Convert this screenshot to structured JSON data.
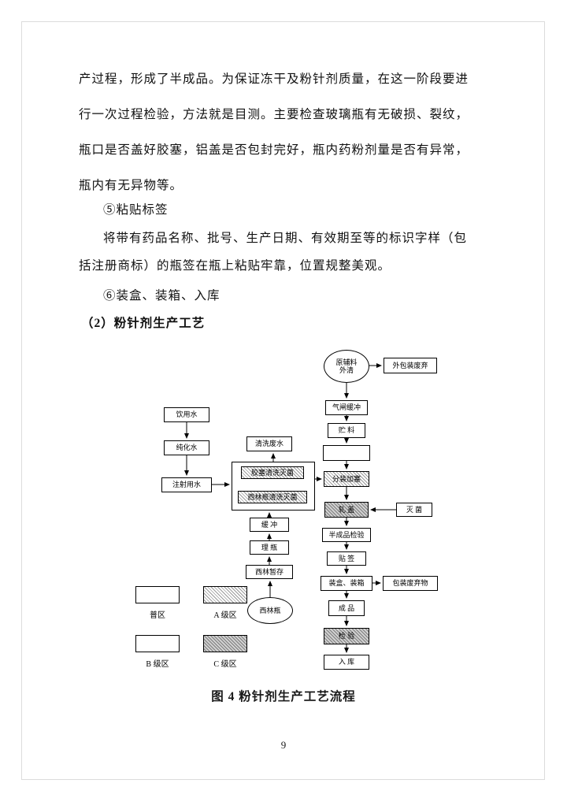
{
  "page": {
    "number": "9"
  },
  "body_text": {
    "line1": "产过程，形成了半成品。为保证冻干及粉针剂质量，在这一阶段要进",
    "line2": "行一次过程检验，方法就是目测。主要检查玻璃瓶有无破损、裂纹，",
    "line3": "瓶口是否盖好胶塞，铝盖是否包封完好，瓶内药粉剂量是否有异常，",
    "line4": "瓶内有无异物等。",
    "item5": "⑤粘贴标签",
    "line6": "将带有药品名称、批号、生产日期、有效期至等的标识字样（包",
    "line7": "括注册商标）的瓶签在瓶上粘贴牢靠，位置规整美观。",
    "item6": "⑥装盒、装箱、入库",
    "heading": "（2）粉针剂生产工艺"
  },
  "flowchart": {
    "caption": "图 4 粉针剂生产工艺流程",
    "nodes": {
      "raw_material": {
        "label": "原辅料\n外清"
      },
      "outer_packaging_discard": {
        "label": "外包装废弃"
      },
      "air_lock_buffer": {
        "label": "气闸缓冲"
      },
      "material_storage": {
        "label": "贮 料"
      },
      "blank": {
        "label": ""
      },
      "filling_stoppering": {
        "label": "分装加塞"
      },
      "capping": {
        "label": "轧 盖"
      },
      "sterilization": {
        "label": "灭 菌"
      },
      "semi_product_inspection": {
        "label": "半成品检验"
      },
      "labeling": {
        "label": "贴 签"
      },
      "boxing_packing": {
        "label": "装盒、装箱"
      },
      "packaging_waste": {
        "label": "包装废弃物"
      },
      "finished_product": {
        "label": "成 品"
      },
      "final_inspection": {
        "label": "检 验"
      },
      "warehousing": {
        "label": "入 库"
      },
      "drinking_water": {
        "label": "饮用水"
      },
      "purified_water": {
        "label": "纯化水"
      },
      "injection_water": {
        "label": "注射用水"
      },
      "cleaning_wastewater": {
        "label": "清洗废水"
      },
      "stopper_washing": {
        "label": "胶塞清洗灭菌"
      },
      "vial_washing": {
        "label": "西林瓶清洗灭菌"
      },
      "buffer": {
        "label": "缓 冲"
      },
      "bottle_arranging": {
        "label": "理 瓶"
      },
      "vial_temp_storage": {
        "label": "西林暂存"
      },
      "vial": {
        "label": "西林瓶"
      }
    },
    "legend": [
      {
        "label": "普区",
        "style": "plain"
      },
      {
        "label": "A 级区",
        "style": "hatch-a"
      },
      {
        "label": "B 级区",
        "style": "plain"
      },
      {
        "label": "C 级区",
        "style": "hatch-c"
      }
    ]
  },
  "colors": {
    "text": "#1a1a1a",
    "border": "#000000",
    "hatch_light": "#9a9a9a",
    "hatch_dark": "#8c8c8c",
    "page_frame": "#dcdcdc"
  }
}
